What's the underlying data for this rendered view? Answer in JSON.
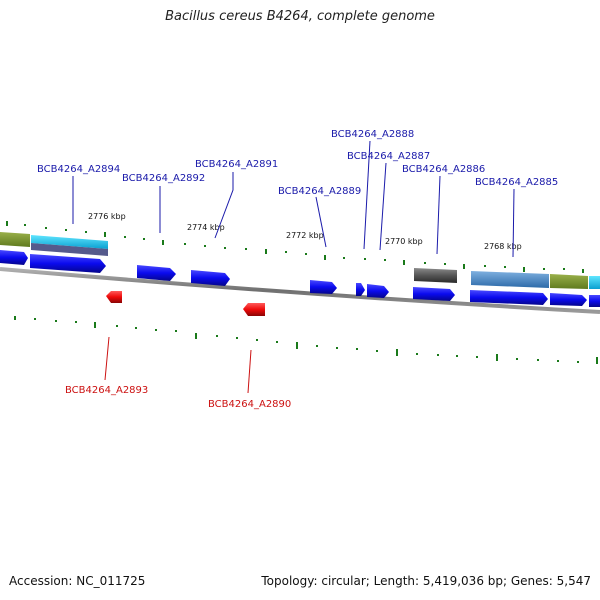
{
  "title": "Bacillus cereus B4264, complete genome",
  "footer": {
    "accession": "Accession: NC_011725",
    "summary": "Topology: circular; Length: 5,419,036 bp; Genes: 5,547"
  },
  "colors": {
    "forward_gene": "#0a0aee",
    "reverse_gene": "#ee0a0a",
    "forward_label": "#1a1aaa",
    "reverse_label": "#cc1111",
    "backbone": "#808080",
    "tick": "#1a7a1a",
    "pseudo": "#555555"
  },
  "scale_labels": [
    "2776 kbp",
    "2774 kbp",
    "2772 kbp",
    "2770 kbp",
    "2768 kbp"
  ],
  "forward_gene_labels": [
    "BCB4264_A2894",
    "BCB4264_A2892",
    "BCB4264_A2891",
    "BCB4264_A2889",
    "BCB4264_A2888",
    "BCB4264_A2887",
    "BCB4264_A2886",
    "BCB4264_A2885"
  ],
  "reverse_gene_labels": [
    "BCB4264_A2893",
    "BCB4264_A2890"
  ]
}
